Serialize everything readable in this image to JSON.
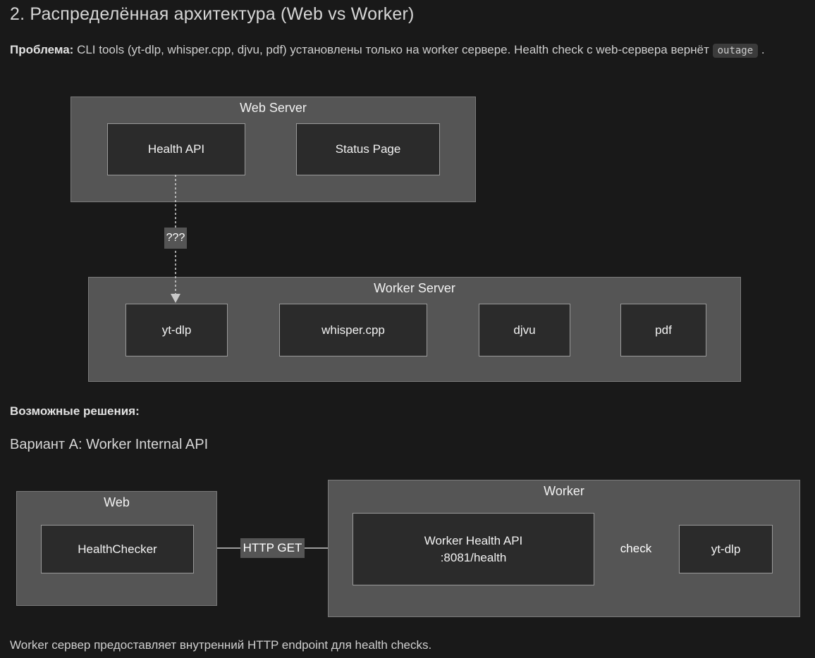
{
  "colors": {
    "page_bg": "#191919",
    "text": "#cfcfcf",
    "heading": "#d6d6d6",
    "container_fill": "#555555",
    "container_border": "#7a7a7a",
    "node_fill": "#2b2b2b",
    "node_border": "#999999",
    "node_text": "#f2f2f2",
    "edge": "#c9c9c9",
    "edge_label_bg": "#555555",
    "code_bg": "#3b3b3b",
    "code_text": "#cccccc"
  },
  "header": {
    "title": "2. Распределённая архитектура (Web vs Worker)"
  },
  "problem": {
    "label": "Проблема:",
    "text": " CLI tools (yt-dlp, whisper.cpp, djvu, pdf) установлены только на worker сервере. Health check с web-сервера вернёт ",
    "code": "outage",
    "suffix": " ."
  },
  "diagram_top": {
    "web_server": {
      "title": "Web Server",
      "nodes": [
        {
          "label": "Health API"
        },
        {
          "label": "Status Page"
        }
      ]
    },
    "edge_label": "???",
    "worker_server": {
      "title": "Worker Server",
      "nodes": [
        {
          "label": "yt-dlp"
        },
        {
          "label": "whisper.cpp"
        },
        {
          "label": "djvu"
        },
        {
          "label": "pdf"
        }
      ]
    }
  },
  "solutions": {
    "label": "Возможные решения:",
    "variant_a_heading": "Вариант A: Worker Internal API",
    "footer": "Worker сервер предоставляет внутренний HTTP endpoint для health checks."
  },
  "diagram_variant_a": {
    "web": {
      "title": "Web",
      "node": "HealthChecker"
    },
    "edge_http_label": "HTTP GET",
    "worker": {
      "title": "Worker",
      "health_api_line1": "Worker Health API",
      "health_api_line2": ":8081/health",
      "edge_check_label": "check",
      "node": "yt-dlp"
    }
  }
}
